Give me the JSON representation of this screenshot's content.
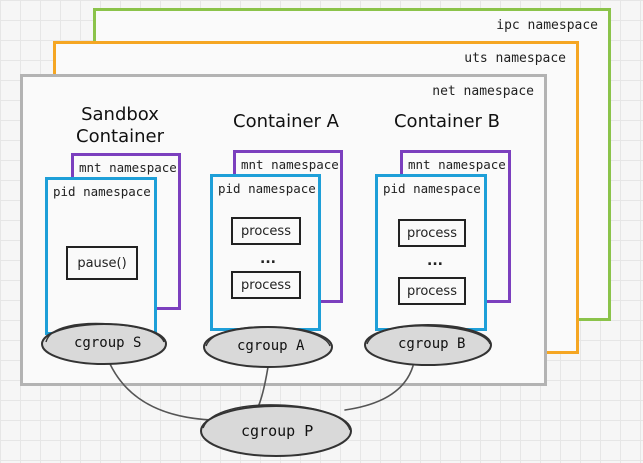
{
  "namespaces": {
    "ipc": "ipc namespace",
    "uts": "uts namespace",
    "net": "net namespace"
  },
  "sandbox": {
    "title_line1": "Sandbox",
    "title_line2": "Container",
    "mnt_label": "mnt namespace",
    "pid_label": "pid namespace",
    "process": "pause()",
    "cgroup": "cgroup S"
  },
  "container_a": {
    "title": "Container A",
    "mnt_label": "mnt namespace",
    "pid_label": "pid namespace",
    "process_1": "process",
    "ellipsis": "...",
    "process_2": "process",
    "cgroup": "cgroup A"
  },
  "container_b": {
    "title": "Container B",
    "mnt_label": "mnt namespace",
    "pid_label": "pid namespace",
    "process_1": "process",
    "ellipsis": "...",
    "process_2": "process",
    "cgroup": "cgroup B"
  },
  "parent_cgroup": "cgroup P",
  "colors": {
    "ipc": "#8bc34a",
    "uts": "#f5a623",
    "net": "#b3b3b3",
    "mnt": "#7b3fbe",
    "pid": "#1e9fd8",
    "cgroup_fill": "#d9d9d9"
  }
}
